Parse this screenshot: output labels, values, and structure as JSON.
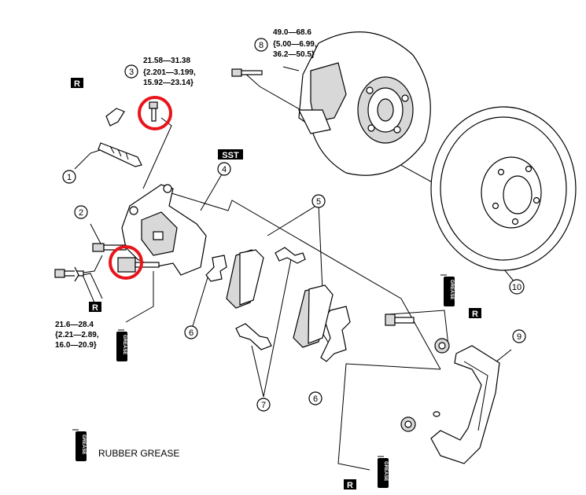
{
  "callouts": [
    {
      "num": "1"
    },
    {
      "num": "2"
    },
    {
      "num": "3"
    },
    {
      "num": "4"
    },
    {
      "num": "5"
    },
    {
      "num": "6"
    },
    {
      "num": "6"
    },
    {
      "num": "7"
    },
    {
      "num": "8"
    },
    {
      "num": "9"
    },
    {
      "num": "10"
    }
  ],
  "torque": {
    "bolt3": [
      "21.58—31.38",
      "{2.201—3.199,",
      "15.92—23.14}"
    ],
    "bolt8": [
      "49.0—68.6",
      "{5.00—6.99,",
      "36.2—50.5}"
    ],
    "bolt2": [
      "21.6—28.4",
      "{2.21—2.89,",
      "16.0—20.9}"
    ]
  },
  "badges": {
    "replace": "R",
    "sst": "SST",
    "grease": "GREASE"
  },
  "legend": {
    "grease_label": "RUBBER GREASE"
  },
  "highlight_color": "#e8141a"
}
